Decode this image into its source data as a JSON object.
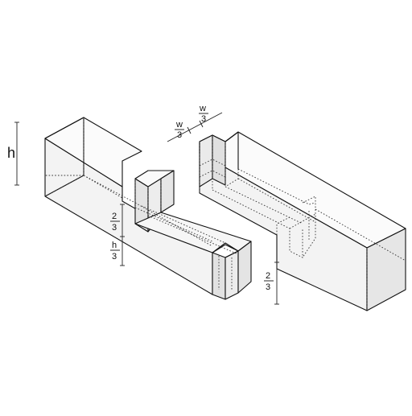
{
  "labels": {
    "height": "h",
    "width_num": "w",
    "width_den": "3",
    "width2_num": "w",
    "width2_den": "3",
    "left_upper_num": "2",
    "left_upper_den": "3",
    "left_lower_num": "h",
    "left_lower_den": "3",
    "right_num": "2",
    "right_den": "3"
  },
  "colors": {
    "face_light": "#f4f4f4",
    "face_mid": "#ececec",
    "face_dark": "#e2e2e2",
    "line": "#111111"
  }
}
